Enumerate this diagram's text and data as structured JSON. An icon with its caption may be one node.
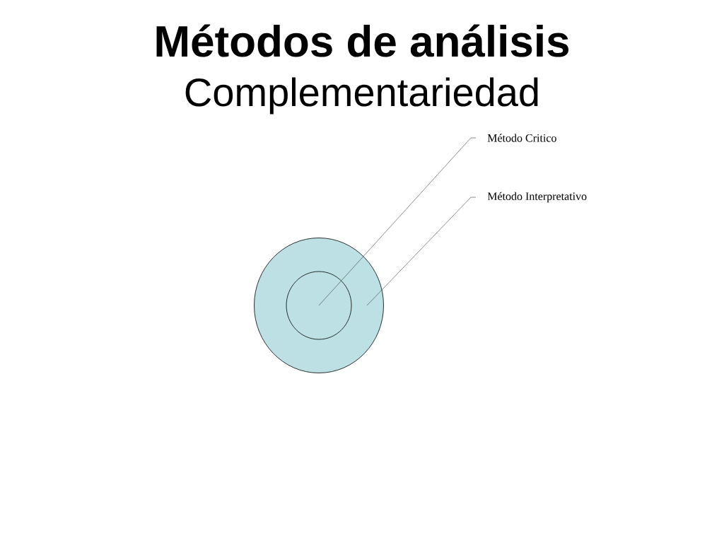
{
  "diagram": {
    "title": "Métodos de análisis",
    "nodes": [
      {
        "text": [
          "Método Critico"
        ]
      },
      {
        "text": [
          "Método Interpretativo"
        ]
      },
      {
        "text": [],
        "shape": "circle"
      },
      {
        "text": [],
        "shape": "circle",
        "in": 2
      }
    ],
    "edges": [
      {
        "from": 0,
        "to": 3,
        "arrow": "none"
      },
      {
        "from": 1,
        "to": 2,
        "arrow": "none"
      }
    ],
    "labels": [
      "Complementariedad"
    ]
  }
}
